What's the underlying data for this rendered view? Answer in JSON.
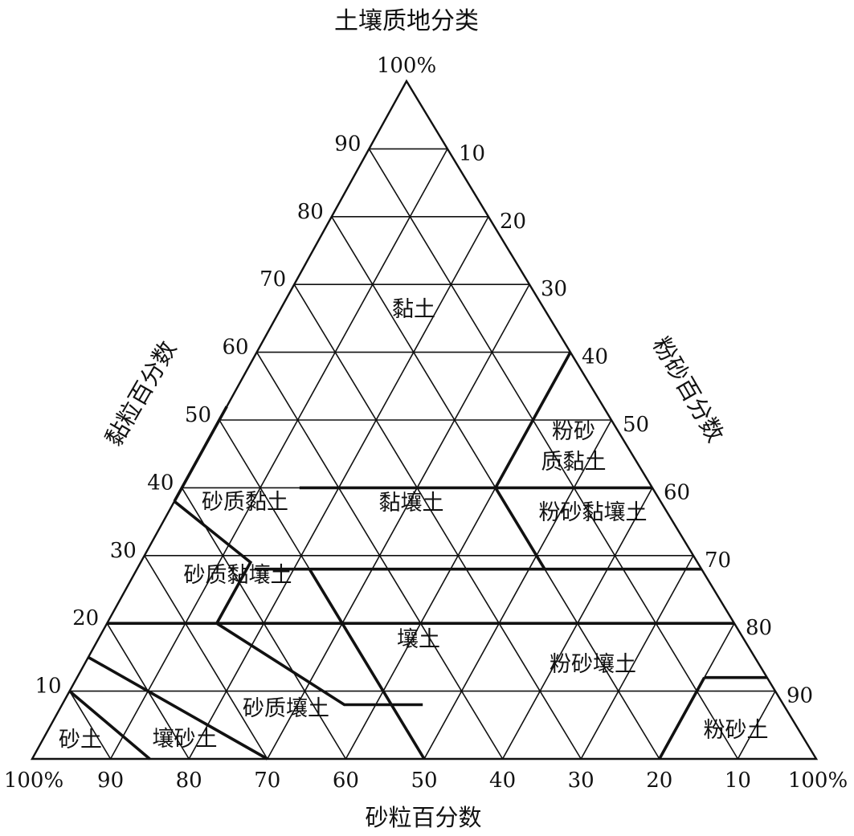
{
  "chart_data": {
    "type": "ternary",
    "title": "土壤质地分类",
    "apex_label": "100%",
    "axes": {
      "clay": {
        "label": "黏粒百分数",
        "ticks": [
          10,
          20,
          30,
          40,
          50,
          60,
          70,
          80,
          90
        ]
      },
      "silt": {
        "label": "粉砂百分数",
        "ticks": [
          10,
          20,
          30,
          40,
          50,
          60,
          70,
          80,
          90
        ]
      },
      "sand": {
        "label": "砂粒百分数",
        "ticks": [
          "100%",
          90,
          80,
          70,
          60,
          50,
          40,
          30,
          20,
          10,
          "100%"
        ]
      }
    },
    "grid": true,
    "regions": [
      {
        "name": "黏土",
        "label": "黏土"
      },
      {
        "name": "粉砂质黏土",
        "label": [
          "粉砂",
          "质黏土"
        ]
      },
      {
        "name": "砂质黏土",
        "label": "砂质黏土"
      },
      {
        "name": "黏壤土",
        "label": "黏壤土"
      },
      {
        "name": "粉砂黏壤土",
        "label": "粉砂黏壤土"
      },
      {
        "name": "砂质黏壤土",
        "label": "砂质黏壤土"
      },
      {
        "name": "壤土",
        "label": "壤土"
      },
      {
        "name": "粉砂壤土",
        "label": "粉砂壤土"
      },
      {
        "name": "砂质壤土",
        "label": "砂质壤土"
      },
      {
        "name": "砂土",
        "label": "砂土"
      },
      {
        "name": "壤砂土",
        "label": "壤砂土"
      },
      {
        "name": "粉砂土",
        "label": "粉砂土"
      }
    ],
    "boundaries": [
      {
        "points": [
          [
            52,
            0,
            48
          ],
          [
            38,
            0,
            62
          ]
        ]
      },
      {
        "points": [
          [
            38,
            0,
            62
          ],
          [
            29,
            14,
            57
          ],
          [
            20,
            14,
            66
          ]
        ]
      },
      {
        "points": [
          [
            20,
            14,
            66
          ],
          [
            8,
            36,
            56
          ],
          [
            8,
            46,
            46
          ]
        ]
      },
      {
        "points": [
          [
            60,
            40,
            0
          ],
          [
            40,
            40,
            20
          ]
        ]
      },
      {
        "points": [
          [
            40,
            60,
            0
          ],
          [
            40,
            15,
            45
          ]
        ]
      },
      {
        "points": [
          [
            40,
            40,
            20
          ],
          [
            28,
            52,
            20
          ]
        ]
      },
      {
        "points": [
          [
            28,
            72,
            0
          ],
          [
            28,
            15,
            57
          ]
        ]
      },
      {
        "points": [
          [
            20,
            80,
            0
          ],
          [
            20,
            0,
            80
          ]
        ]
      },
      {
        "points": [
          [
            12,
            88,
            0
          ],
          [
            12,
            80,
            8
          ]
        ]
      },
      {
        "points": [
          [
            0,
            50,
            50
          ],
          [
            28,
            22,
            50
          ]
        ]
      },
      {
        "points": [
          [
            0,
            80,
            20
          ],
          [
            12,
            80,
            8
          ]
        ]
      },
      {
        "points": [
          [
            15,
            0,
            85
          ],
          [
            0,
            30,
            70
          ]
        ]
      },
      {
        "points": [
          [
            10,
            0,
            90
          ],
          [
            0,
            15,
            85
          ]
        ]
      }
    ]
  }
}
